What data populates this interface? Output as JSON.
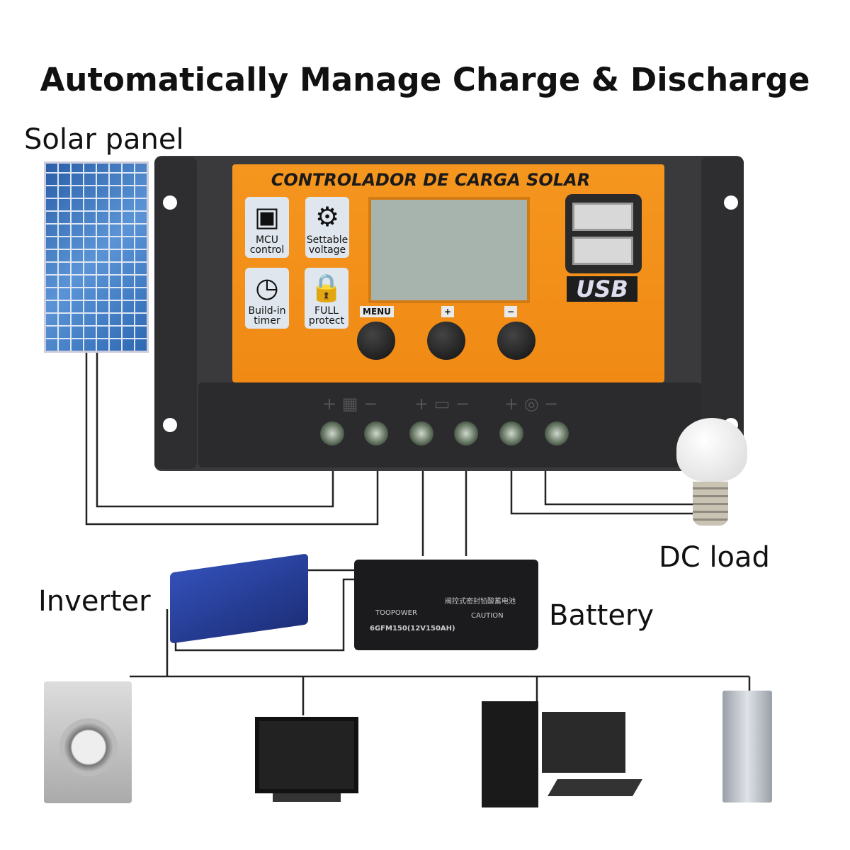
{
  "title": "Automatically Manage Charge & Discharge",
  "labels": {
    "solar_panel": "Solar panel",
    "dc_load": "DC load",
    "inverter": "Inverter",
    "battery": "Battery"
  },
  "controller": {
    "title": "CONTROLADOR DE CARGA SOLAR",
    "features": [
      {
        "icon": "chip-icon",
        "line1": "MCU",
        "line2": "control"
      },
      {
        "icon": "gear-icon",
        "line1": "Settable",
        "line2": "voltage"
      },
      {
        "icon": "clock-icon",
        "line1": "Build-in",
        "line2": "timer"
      },
      {
        "icon": "lock-icon",
        "line1": "FULL",
        "line2": "protect"
      }
    ],
    "usb_label": "USB",
    "buttons": [
      "MENU",
      "+",
      "−"
    ],
    "terminal_symbols": [
      "+ ▦ −",
      "+ ▭ −",
      "+ ◎ −"
    ]
  },
  "battery_print": {
    "brand": "TOOPOWER",
    "model": "6GFM150(12V150AH)",
    "caution": "CAUTION",
    "chinese": "阀控式密封铅酸蓄电池"
  },
  "colors": {
    "orange": "#f08a14",
    "body": "#3a3a3c",
    "lcd": "#a7b3ad"
  }
}
